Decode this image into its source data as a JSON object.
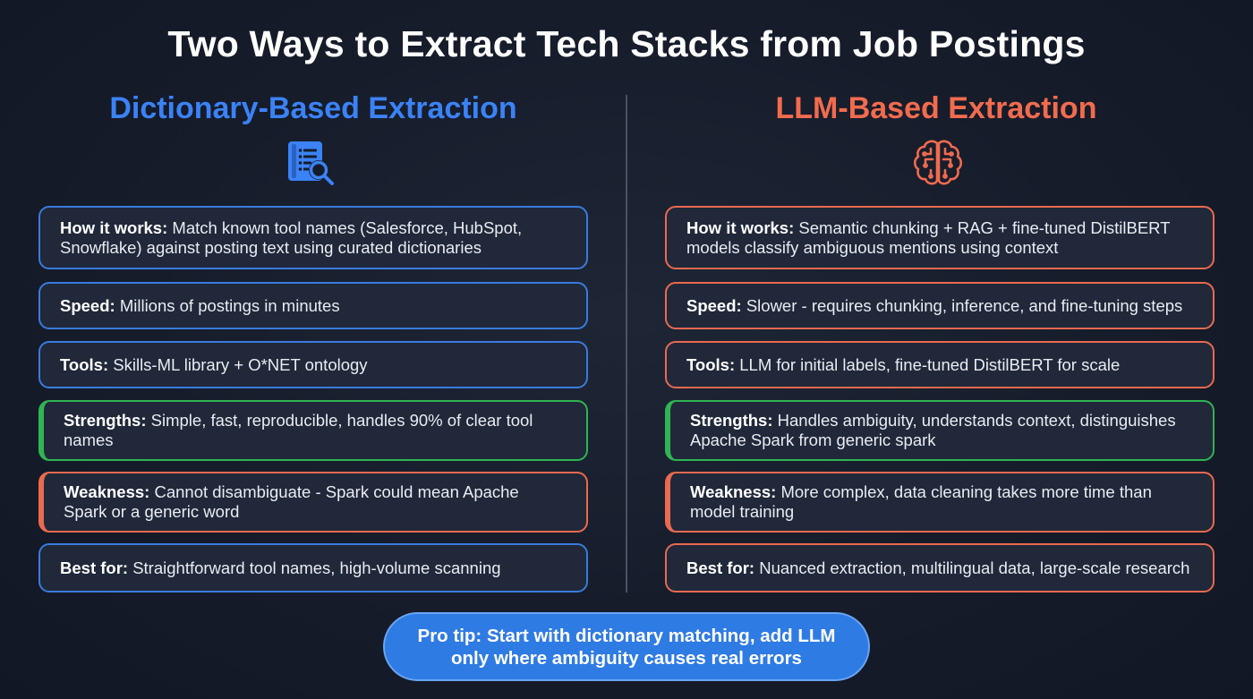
{
  "title": "Two Ways to Extract Tech Stacks from Job Postings",
  "colors": {
    "background": "#161c2a",
    "dictionary_accent": "#3b82f6",
    "llm_accent": "#f26b4e",
    "strengths_accent": "#2fb552",
    "weakness_accent": "#ea6a4f",
    "protip_bg": "#2f7be4"
  },
  "left": {
    "heading": "Dictionary-Based Extraction",
    "icon": "document-search-icon",
    "cards": [
      {
        "label": "How it works:",
        "text": "Match known tool names (Salesforce, HubSpot, Snowflake) against posting text using curated dictionaries"
      },
      {
        "label": "Speed:",
        "text": "Millions of postings in minutes"
      },
      {
        "label": "Tools:",
        "text": "Skills-ML library + O*NET ontology"
      },
      {
        "label": "Strengths:",
        "text": "Simple, fast, reproducible, handles 90% of clear tool names"
      },
      {
        "label": "Weakness:",
        "text": "Cannot disambiguate - Spark could mean Apache Spark or a generic word"
      },
      {
        "label": "Best for:",
        "text": "Straightforward tool names, high-volume scanning"
      }
    ]
  },
  "right": {
    "heading": "LLM-Based Extraction",
    "icon": "brain-circuit-icon",
    "cards": [
      {
        "label": "How it works:",
        "text": "Semantic chunking + RAG + fine-tuned DistilBERT models classify ambiguous mentions using context"
      },
      {
        "label": "Speed:",
        "text": "Slower - requires chunking, inference, and fine-tuning steps"
      },
      {
        "label": "Tools:",
        "text": "LLM for initial labels, fine-tuned DistilBERT for scale"
      },
      {
        "label": "Strengths:",
        "text": "Handles ambiguity, understands context, distinguishes Apache Spark from generic spark"
      },
      {
        "label": "Weakness:",
        "text": "More complex, data cleaning takes more time than model training"
      },
      {
        "label": "Best for:",
        "text": "Nuanced extraction, multilingual data, large-scale research"
      }
    ]
  },
  "protip": "Pro tip: Start with dictionary matching, add LLM only where ambiguity causes real errors"
}
